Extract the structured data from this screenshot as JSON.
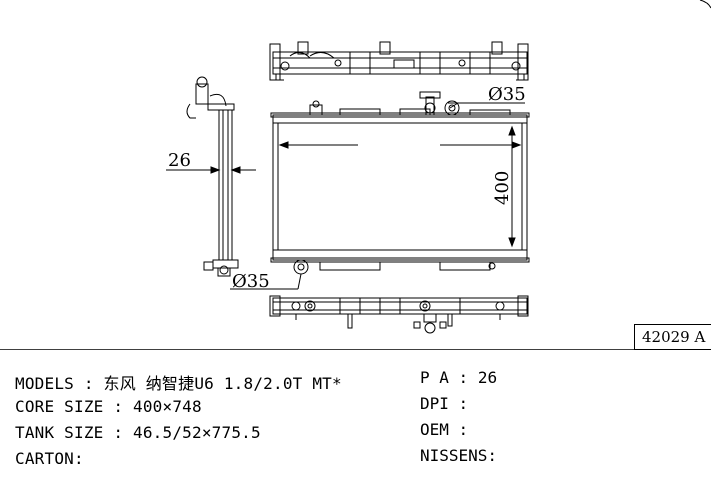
{
  "drawing": {
    "dim_thickness": "26",
    "dim_upper_pipe": "Ø35",
    "dim_lower_pipe": "Ø35",
    "dim_core_height": "400",
    "part_code": "42029 A"
  },
  "specs": {
    "models_label": "MODELS",
    "models_value": "东风 纳智捷U6 1.8/2.0T MT*",
    "core_size_label": "CORE SIZE",
    "core_size_value": "400×748",
    "tank_size_label": "TANK SIZE",
    "tank_size_value": "46.5/52×775.5",
    "carton_label": "CARTON:",
    "pa_label": "P A",
    "pa_value": "26",
    "dpi_label": "DPI",
    "dpi_value": "",
    "oem_label": "OEM",
    "oem_value": "",
    "nissens_label": "NISSENS:",
    "nissens_value": ""
  }
}
